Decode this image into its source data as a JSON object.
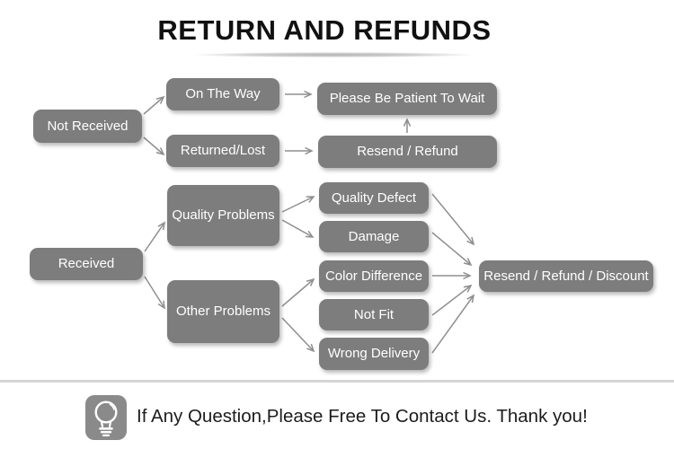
{
  "title": "RETURN AND REFUNDS",
  "colors": {
    "box": "#7d7d7d",
    "box_text": "#ffffff",
    "arrow": "#8f8f8f",
    "title_text": "#111111",
    "footer_text": "#1c1c1c",
    "divider": "#d5d5d5",
    "icon_bg": "#8a8a8a"
  },
  "nodes": {
    "not_received": "Not Received",
    "on_the_way": "On The Way",
    "returned_lost": "Returned/Lost",
    "please_wait": "Please Be Patient To Wait",
    "resend_refund": "Resend / Refund",
    "received": "Received",
    "quality_problems": "Quality Problems",
    "other_problems": "Other Problems",
    "quality_defect": "Quality Defect",
    "damage": "Damage",
    "color_difference": "Color Difference",
    "not_fit": "Not Fit",
    "wrong_delivery": "Wrong Delivery",
    "resend_refund_discount": "Resend / Refund / Discount"
  },
  "edges": [
    {
      "from": "not_received",
      "to": "on_the_way"
    },
    {
      "from": "not_received",
      "to": "returned_lost"
    },
    {
      "from": "on_the_way",
      "to": "please_wait"
    },
    {
      "from": "returned_lost",
      "to": "resend_refund"
    },
    {
      "from": "resend_refund",
      "to": "please_wait"
    },
    {
      "from": "received",
      "to": "quality_problems"
    },
    {
      "from": "received",
      "to": "other_problems"
    },
    {
      "from": "quality_problems",
      "to": "quality_defect"
    },
    {
      "from": "quality_problems",
      "to": "damage"
    },
    {
      "from": "other_problems",
      "to": "color_difference"
    },
    {
      "from": "other_problems",
      "to": "wrong_delivery"
    },
    {
      "from": "quality_defect",
      "to": "resend_refund_discount"
    },
    {
      "from": "damage",
      "to": "resend_refund_discount"
    },
    {
      "from": "color_difference",
      "to": "resend_refund_discount"
    },
    {
      "from": "not_fit",
      "to": "resend_refund_discount"
    },
    {
      "from": "wrong_delivery",
      "to": "resend_refund_discount"
    }
  ],
  "footer": {
    "icon": "lightbulb-icon",
    "message": "If Any Question,Please Free To Contact Us. Thank you!"
  }
}
